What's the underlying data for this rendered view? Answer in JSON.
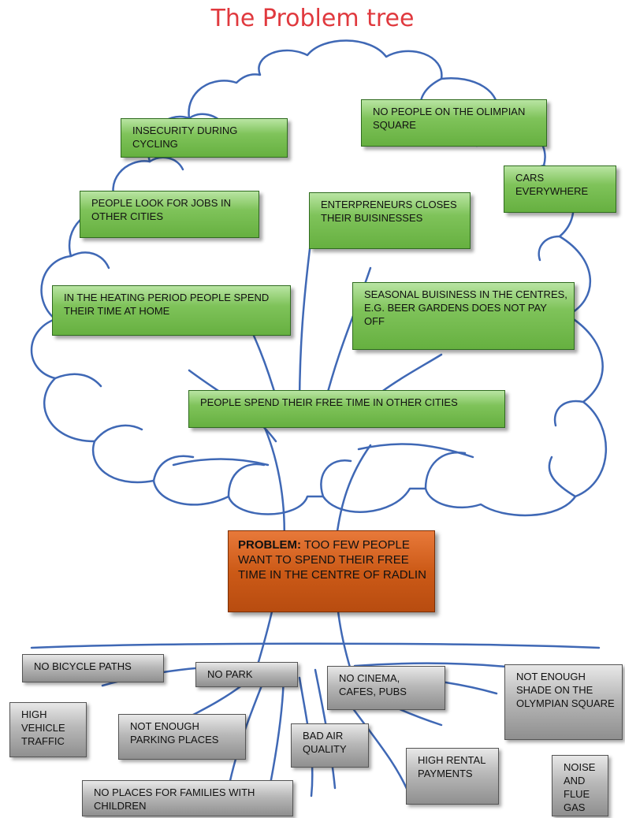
{
  "title": "The Problem tree",
  "effects": {
    "insecurity": "INSECURITY DURING CYCLING",
    "no_people": "NO PEOPLE ON THE OLIMPIAN SQUARE",
    "cars": "CARS EVERYWHERE",
    "jobs": "PEOPLE LOOK FOR JOBS IN OTHER CITIES",
    "entrepreneurs": "ENTERPRENEURS CLOSES THEIR BUISINESSES",
    "heating": "IN THE HEATING PERIOD PEOPLE SPEND THEIR TIME AT HOME",
    "seasonal": "SEASONAL BUISINESS IN THE CENTRES, E.G. BEER GARDENS DOES NOT PAY OFF",
    "free_time": "PEOPLE SPEND THEIR FREE TIME IN OTHER CITIES"
  },
  "problem": {
    "label": "PROBLEM:",
    "text": "TOO FEW PEOPLE WANT TO SPEND THEIR FREE TIME IN THE CENTRE OF RADLIN"
  },
  "causes": {
    "bicycle": "NO BICYCLE PATHS",
    "park": "NO PARK",
    "cinema": "NO CINEMA, CAFES, PUBS",
    "shade": "NOT ENOUGH SHADE ON THE OLYMPIAN SQUARE",
    "traffic": "HIGH VEHICLE TRAFFIC",
    "parking": "NOT ENOUGH PARKING PLACES",
    "air": "BAD AIR QUALITY",
    "rental": "HIGH RENTAL PAYMENTS",
    "families": "NO PLACES FOR FAMILIES WITH CHILDREN",
    "noise": "NOISE AND FLUE GAS"
  }
}
